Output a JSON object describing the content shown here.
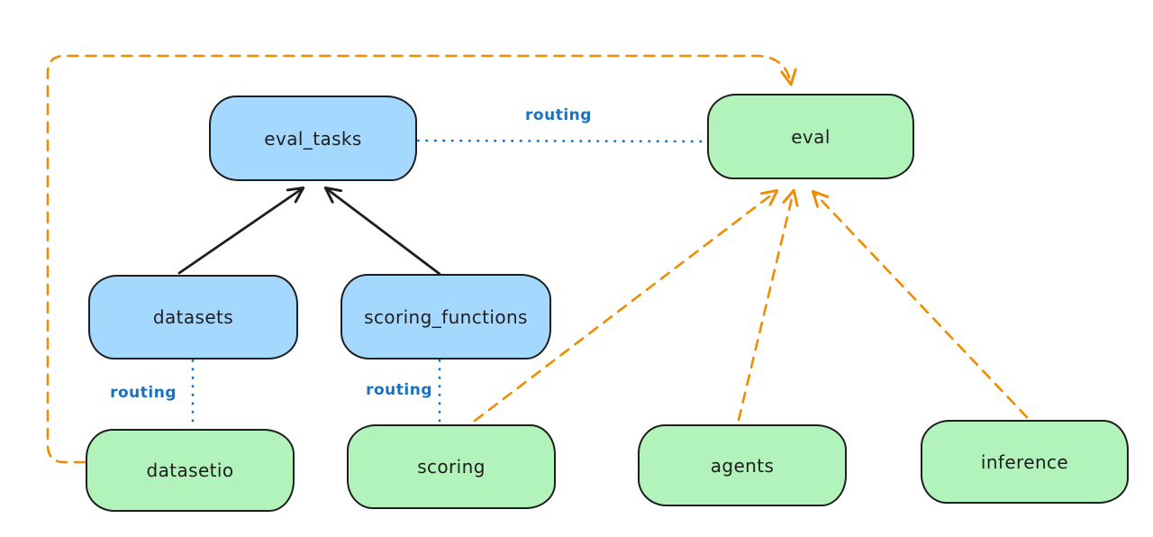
{
  "diagram": {
    "type": "flow-diagram",
    "background": "#ffffff",
    "colors": {
      "blue_node_fill": "#a5d8ff",
      "green_node_fill": "#b2f2bb",
      "node_stroke": "#1e1e1e",
      "black_arrow": "#1e1e1e",
      "orange_arrow": "#f08c00",
      "routing_blue": "#1971c2"
    },
    "nodes": [
      {
        "id": "eval_tasks",
        "label": "eval_tasks",
        "fill": "blue"
      },
      {
        "id": "eval",
        "label": "eval",
        "fill": "green"
      },
      {
        "id": "datasets",
        "label": "datasets",
        "fill": "blue"
      },
      {
        "id": "scoring_functions",
        "label": "scoring_functions",
        "fill": "blue"
      },
      {
        "id": "datasetio",
        "label": "datasetio",
        "fill": "green"
      },
      {
        "id": "scoring",
        "label": "scoring",
        "fill": "green"
      },
      {
        "id": "agents",
        "label": "agents",
        "fill": "green"
      },
      {
        "id": "inference",
        "label": "inference",
        "fill": "green"
      }
    ],
    "edges": [
      {
        "from": "datasets",
        "to": "eval_tasks",
        "style": "solid",
        "color": "black",
        "arrow": true,
        "label": ""
      },
      {
        "from": "scoring_functions",
        "to": "eval_tasks",
        "style": "solid",
        "color": "black",
        "arrow": true,
        "label": ""
      },
      {
        "from": "eval_tasks",
        "to": "eval",
        "style": "dotted",
        "color": "blue",
        "arrow": false,
        "label": "routing"
      },
      {
        "from": "datasets",
        "to": "datasetio",
        "style": "dotted",
        "color": "blue",
        "arrow": false,
        "label": "routing"
      },
      {
        "from": "scoring_functions",
        "to": "scoring",
        "style": "dotted",
        "color": "blue",
        "arrow": false,
        "label": "routing"
      },
      {
        "from": "datasetio",
        "to": "eval",
        "style": "dashed",
        "color": "orange",
        "arrow": true,
        "label": ""
      },
      {
        "from": "scoring",
        "to": "eval",
        "style": "dashed",
        "color": "orange",
        "arrow": true,
        "label": ""
      },
      {
        "from": "agents",
        "to": "eval",
        "style": "dashed",
        "color": "orange",
        "arrow": true,
        "label": ""
      },
      {
        "from": "inference",
        "to": "eval",
        "style": "dashed",
        "color": "orange",
        "arrow": true,
        "label": ""
      }
    ]
  }
}
